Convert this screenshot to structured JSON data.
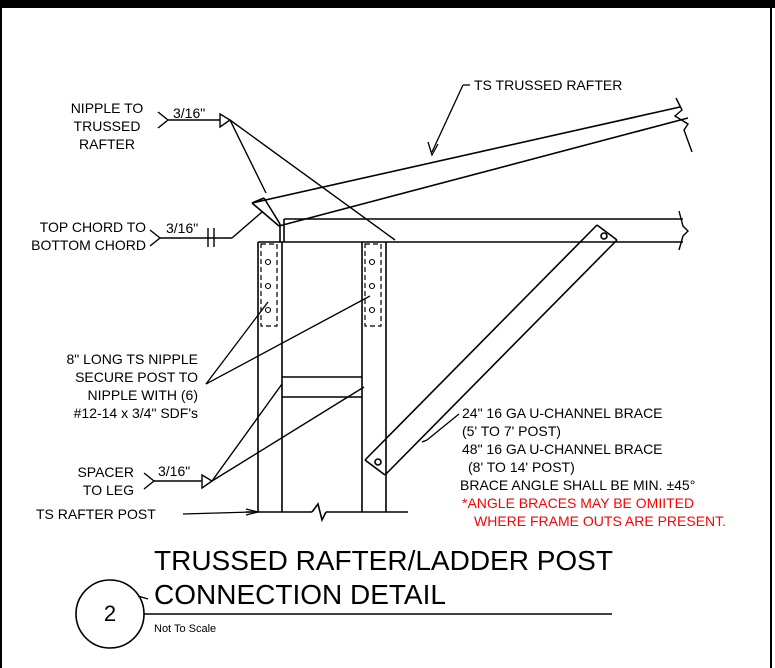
{
  "labels": {
    "ts_trussed_rafter": "TS TRUSSED RAFTER",
    "nipple_weld_1": "NIPPLE TO",
    "nipple_weld_2": "TRUSSED",
    "nipple_weld_3": "RAFTER",
    "weld_size_nipple": "3/16\"",
    "top_chord_1": "TOP CHORD TO",
    "top_chord_2": "BOTTOM CHORD",
    "weld_size_chord": "3/16\"",
    "nipple_note_1": "8\" LONG TS NIPPLE",
    "nipple_note_2": "SECURE POST TO",
    "nipple_note_3": "NIPPLE WITH (6)",
    "nipple_note_4": "#12-14 x 3/4\" SDF's",
    "spacer_1": "SPACER",
    "spacer_2": "TO LEG",
    "weld_size_spacer": "3/16\"",
    "ts_rafter_post": "TS RAFTER POST",
    "brace_1": "24\" 16 GA U-CHANNEL BRACE",
    "brace_2": "(5' TO 7' POST)",
    "brace_3": "48\" 16 GA U-CHANNEL BRACE",
    "brace_4": "(8' TO 14' POST)",
    "brace_angle": "BRACE ANGLE SHALL BE MIN. ±45°",
    "note_red_1": "*ANGLE BRACES MAY BE OMIITED",
    "note_red_2": "WHERE FRAME OUTS ARE PRESENT."
  },
  "title": {
    "line1": "TRUSSED RAFTER/LADDER POST",
    "line2": "CONNECTION DETAIL",
    "scale": "Not To Scale",
    "detail_number": "2"
  },
  "colors": {
    "line": "#000000",
    "note": "#ff0000"
  }
}
